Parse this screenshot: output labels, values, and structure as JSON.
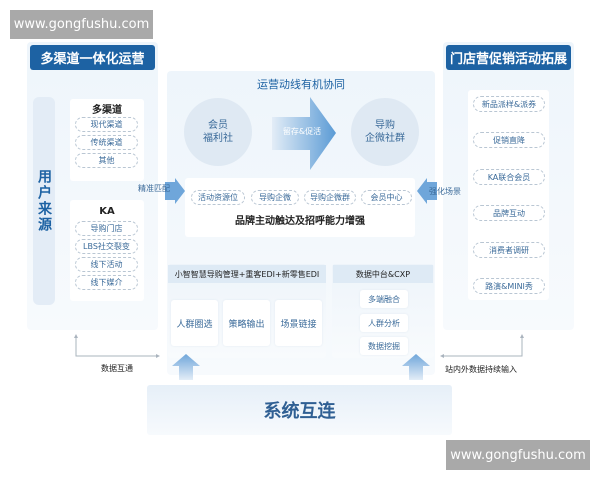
{
  "watermark": "www.gongfushu.com",
  "left": {
    "header": "多渠道一体化运营",
    "source_label": "用户来源",
    "group1": {
      "title": "多渠道",
      "items": [
        "现代渠道",
        "传统渠道",
        "其他"
      ]
    },
    "group2": {
      "title": "KA",
      "items": [
        "导购门店",
        "LBS社交裂变",
        "线下活动",
        "线下媒介"
      ]
    }
  },
  "middle": {
    "title": "运营动线有机协同",
    "circle_left": "会员\n福利社",
    "arrow_label": "留存&促活",
    "circle_right": "导购\n企微社群",
    "left_arrow_label": "精准匹配",
    "right_arrow_label": "强化场景",
    "chain": [
      "活动资源位",
      "导购企微",
      "导购企微群",
      "会员中心"
    ],
    "chain_caption": "品牌主动触达及招呼能力增强",
    "guide": {
      "header": "小智智慧导购管理+重客EDI+新零售EDI",
      "cards": [
        "人群圈选",
        "策略输出",
        "场景链接"
      ]
    },
    "data": {
      "header": "数据中台&CXP",
      "items": [
        "多端融合",
        "人群分析",
        "数据挖掘"
      ]
    }
  },
  "right": {
    "header": "门店营促销活动拓展",
    "items": [
      "新品派样&派券",
      "促销直降",
      "KA联合会员",
      "品牌互动",
      "消费者调研",
      "路演&MINI秀"
    ]
  },
  "connectors": {
    "left": "数据互通",
    "right": "站内外数据持续输入"
  },
  "system": "系统互连",
  "colors": {
    "header": "#1d62a3",
    "accent": "#5b9bd5"
  }
}
